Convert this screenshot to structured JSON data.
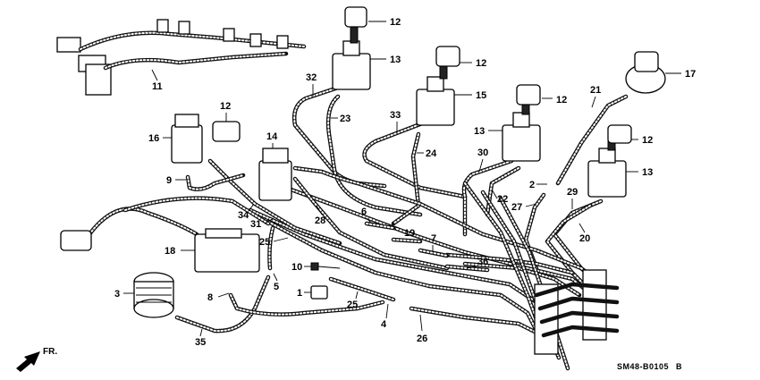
{
  "diagram": {
    "reference_code": "SM48-B0105",
    "reference_suffix": "B",
    "direction_label": "FR.",
    "callouts": [
      {
        "id": "c1",
        "label": "1"
      },
      {
        "id": "c2",
        "label": "2"
      },
      {
        "id": "c3",
        "label": "3"
      },
      {
        "id": "c4",
        "label": "4"
      },
      {
        "id": "c5",
        "label": "5"
      },
      {
        "id": "c6",
        "label": "6"
      },
      {
        "id": "c7",
        "label": "7"
      },
      {
        "id": "c8",
        "label": "8"
      },
      {
        "id": "c9",
        "label": "9"
      },
      {
        "id": "c10",
        "label": "10"
      },
      {
        "id": "c11",
        "label": "11"
      },
      {
        "id": "c12a",
        "label": "12"
      },
      {
        "id": "c12b",
        "label": "12"
      },
      {
        "id": "c12c",
        "label": "12"
      },
      {
        "id": "c12d",
        "label": "12"
      },
      {
        "id": "c12e",
        "label": "12"
      },
      {
        "id": "c13a",
        "label": "13"
      },
      {
        "id": "c13b",
        "label": "13"
      },
      {
        "id": "c13c",
        "label": "13"
      },
      {
        "id": "c14",
        "label": "14"
      },
      {
        "id": "c15",
        "label": "15"
      },
      {
        "id": "c16",
        "label": "16"
      },
      {
        "id": "c17",
        "label": "17"
      },
      {
        "id": "c18",
        "label": "18"
      },
      {
        "id": "c19",
        "label": "19"
      },
      {
        "id": "c20",
        "label": "20"
      },
      {
        "id": "c21",
        "label": "21"
      },
      {
        "id": "c22",
        "label": "22"
      },
      {
        "id": "c23",
        "label": "23"
      },
      {
        "id": "c24",
        "label": "24"
      },
      {
        "id": "c25a",
        "label": "25"
      },
      {
        "id": "c25b",
        "label": "25"
      },
      {
        "id": "c26",
        "label": "26"
      },
      {
        "id": "c27",
        "label": "27"
      },
      {
        "id": "c28",
        "label": "28"
      },
      {
        "id": "c29",
        "label": "29"
      },
      {
        "id": "c30",
        "label": "30"
      },
      {
        "id": "c31",
        "label": "31"
      },
      {
        "id": "c32",
        "label": "32"
      },
      {
        "id": "c33",
        "label": "33"
      },
      {
        "id": "c34",
        "label": "34"
      },
      {
        "id": "c35",
        "label": "35"
      },
      {
        "id": "c36",
        "label": "36"
      }
    ]
  }
}
